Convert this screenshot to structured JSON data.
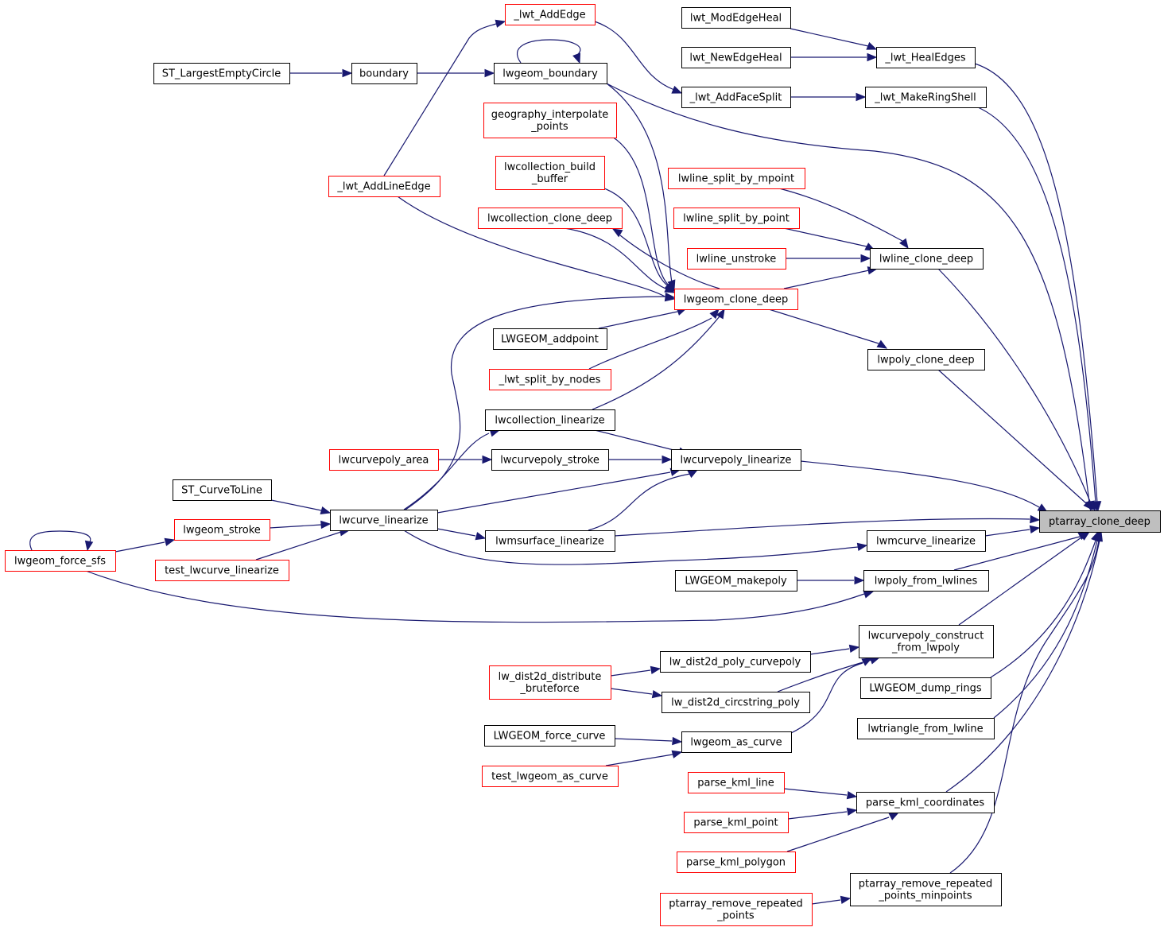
{
  "colors": {
    "edge": "#191970",
    "border_normal": "#000000",
    "border_truncated": "#ff0000",
    "focus_fill": "#bfbfbf"
  },
  "nodes": [
    {
      "id": "ptarray_clone_deep",
      "label": [
        "ptarray_clone_deep"
      ],
      "style": "focus"
    },
    {
      "id": "lwt_ModEdgeHeal",
      "label": [
        "lwt_ModEdgeHeal"
      ],
      "style": "black"
    },
    {
      "id": "lwt_NewEdgeHeal",
      "label": [
        "lwt_NewEdgeHeal"
      ],
      "style": "black"
    },
    {
      "id": "_lwt_HealEdges",
      "label": [
        "_lwt_HealEdges"
      ],
      "style": "black"
    },
    {
      "id": "_lwt_AddEdge",
      "label": [
        "_lwt_AddEdge"
      ],
      "style": "red"
    },
    {
      "id": "_lwt_AddFaceSplit",
      "label": [
        "_lwt_AddFaceSplit"
      ],
      "style": "black"
    },
    {
      "id": "_lwt_MakeRingShell",
      "label": [
        "_lwt_MakeRingShell"
      ],
      "style": "black"
    },
    {
      "id": "ST_LargestEmptyCircle",
      "label": [
        "ST_LargestEmptyCircle"
      ],
      "style": "black"
    },
    {
      "id": "boundary",
      "label": [
        "boundary"
      ],
      "style": "black"
    },
    {
      "id": "lwgeom_boundary",
      "label": [
        "lwgeom_boundary"
      ],
      "style": "black"
    },
    {
      "id": "geography_interpolate_points",
      "label": [
        "geography_interpolate",
        "_points"
      ],
      "style": "red"
    },
    {
      "id": "lwcollection_build_buffer",
      "label": [
        "lwcollection_build",
        "_buffer"
      ],
      "style": "red"
    },
    {
      "id": "_lwt_AddLineEdge",
      "label": [
        "_lwt_AddLineEdge"
      ],
      "style": "red"
    },
    {
      "id": "lwline_split_by_mpoint",
      "label": [
        "lwline_split_by_mpoint"
      ],
      "style": "red"
    },
    {
      "id": "lwline_split_by_point",
      "label": [
        "lwline_split_by_point"
      ],
      "style": "red"
    },
    {
      "id": "lwcollection_clone_deep",
      "label": [
        "lwcollection_clone_deep"
      ],
      "style": "red"
    },
    {
      "id": "lwline_unstroke",
      "label": [
        "lwline_unstroke"
      ],
      "style": "red"
    },
    {
      "id": "lwline_clone_deep",
      "label": [
        "lwline_clone_deep"
      ],
      "style": "black"
    },
    {
      "id": "lwgeom_clone_deep",
      "label": [
        "lwgeom_clone_deep"
      ],
      "style": "red"
    },
    {
      "id": "LWGEOM_addpoint",
      "label": [
        "LWGEOM_addpoint"
      ],
      "style": "black"
    },
    {
      "id": "lwpoly_clone_deep",
      "label": [
        "lwpoly_clone_deep"
      ],
      "style": "black"
    },
    {
      "id": "_lwt_split_by_nodes",
      "label": [
        "_lwt_split_by_nodes"
      ],
      "style": "red"
    },
    {
      "id": "lwcollection_linearize",
      "label": [
        "lwcollection_linearize"
      ],
      "style": "black"
    },
    {
      "id": "lwcurvepoly_area",
      "label": [
        "lwcurvepoly_area"
      ],
      "style": "red"
    },
    {
      "id": "lwcurvepoly_stroke",
      "label": [
        "lwcurvepoly_stroke"
      ],
      "style": "black"
    },
    {
      "id": "lwcurvepoly_linearize",
      "label": [
        "lwcurvepoly_linearize"
      ],
      "style": "black"
    },
    {
      "id": "ST_CurveToLine",
      "label": [
        "ST_CurveToLine"
      ],
      "style": "black"
    },
    {
      "id": "lwcurve_linearize",
      "label": [
        "lwcurve_linearize"
      ],
      "style": "black"
    },
    {
      "id": "lwgeom_stroke",
      "label": [
        "lwgeom_stroke"
      ],
      "style": "red"
    },
    {
      "id": "lwmsurface_linearize",
      "label": [
        "lwmsurface_linearize"
      ],
      "style": "black"
    },
    {
      "id": "lwmcurve_linearize",
      "label": [
        "lwmcurve_linearize"
      ],
      "style": "black"
    },
    {
      "id": "lwgeom_force_sfs",
      "label": [
        "lwgeom_force_sfs"
      ],
      "style": "red"
    },
    {
      "id": "test_lwcurve_linearize",
      "label": [
        "test_lwcurve_linearize"
      ],
      "style": "red"
    },
    {
      "id": "LWGEOM_makepoly",
      "label": [
        "LWGEOM_makepoly"
      ],
      "style": "black"
    },
    {
      "id": "lwpoly_from_lwlines",
      "label": [
        "lwpoly_from_lwlines"
      ],
      "style": "black"
    },
    {
      "id": "lwcurvepoly_construct_from_lwpoly",
      "label": [
        "lwcurvepoly_construct",
        "_from_lwpoly"
      ],
      "style": "black"
    },
    {
      "id": "lw_dist2d_poly_curvepoly",
      "label": [
        "lw_dist2d_poly_curvepoly"
      ],
      "style": "black"
    },
    {
      "id": "lw_dist2d_distribute_bruteforce",
      "label": [
        "lw_dist2d_distribute",
        "_bruteforce"
      ],
      "style": "red"
    },
    {
      "id": "LWGEOM_dump_rings",
      "label": [
        "LWGEOM_dump_rings"
      ],
      "style": "black"
    },
    {
      "id": "lw_dist2d_circstring_poly",
      "label": [
        "lw_dist2d_circstring_poly"
      ],
      "style": "black"
    },
    {
      "id": "lwtriangle_from_lwline",
      "label": [
        "lwtriangle_from_lwline"
      ],
      "style": "black"
    },
    {
      "id": "LWGEOM_force_curve",
      "label": [
        "LWGEOM_force_curve"
      ],
      "style": "black"
    },
    {
      "id": "lwgeom_as_curve",
      "label": [
        "lwgeom_as_curve"
      ],
      "style": "black"
    },
    {
      "id": "test_lwgeom_as_curve",
      "label": [
        "test_lwgeom_as_curve"
      ],
      "style": "red"
    },
    {
      "id": "parse_kml_line",
      "label": [
        "parse_kml_line"
      ],
      "style": "red"
    },
    {
      "id": "parse_kml_coordinates",
      "label": [
        "parse_kml_coordinates"
      ],
      "style": "black"
    },
    {
      "id": "parse_kml_point",
      "label": [
        "parse_kml_point"
      ],
      "style": "red"
    },
    {
      "id": "parse_kml_polygon",
      "label": [
        "parse_kml_polygon"
      ],
      "style": "red"
    },
    {
      "id": "ptarray_remove_repeated_points_minpoints",
      "label": [
        "ptarray_remove_repeated",
        "_points_minpoints"
      ],
      "style": "black"
    },
    {
      "id": "ptarray_remove_repeated_points",
      "label": [
        "ptarray_remove_repeated",
        "_points"
      ],
      "style": "red"
    }
  ],
  "edges": [
    {
      "from": "lwt_ModEdgeHeal",
      "to": "_lwt_HealEdges"
    },
    {
      "from": "lwt_NewEdgeHeal",
      "to": "_lwt_HealEdges"
    },
    {
      "from": "_lwt_HealEdges",
      "to": "ptarray_clone_deep"
    },
    {
      "from": "_lwt_AddEdge",
      "to": "_lwt_AddFaceSplit"
    },
    {
      "from": "_lwt_AddFaceSplit",
      "to": "_lwt_MakeRingShell"
    },
    {
      "from": "_lwt_MakeRingShell",
      "to": "ptarray_clone_deep"
    },
    {
      "from": "ST_LargestEmptyCircle",
      "to": "boundary"
    },
    {
      "from": "boundary",
      "to": "lwgeom_boundary"
    },
    {
      "from": "lwgeom_boundary",
      "to": "lwgeom_boundary"
    },
    {
      "from": "lwgeom_boundary",
      "to": "ptarray_clone_deep"
    },
    {
      "from": "lwgeom_boundary",
      "to": "lwgeom_clone_deep"
    },
    {
      "from": "_lwt_AddLineEdge",
      "to": "_lwt_AddEdge"
    },
    {
      "from": "_lwt_AddLineEdge",
      "to": "lwgeom_clone_deep"
    },
    {
      "from": "geography_interpolate_points",
      "to": "lwgeom_clone_deep"
    },
    {
      "from": "lwcollection_build_buffer",
      "to": "lwgeom_clone_deep"
    },
    {
      "from": "lwcollection_clone_deep",
      "to": "lwgeom_clone_deep"
    },
    {
      "from": "lwgeom_clone_deep",
      "to": "lwcollection_clone_deep"
    },
    {
      "from": "lwline_split_by_mpoint",
      "to": "lwline_clone_deep"
    },
    {
      "from": "lwline_split_by_point",
      "to": "lwline_clone_deep"
    },
    {
      "from": "lwline_unstroke",
      "to": "lwline_clone_deep"
    },
    {
      "from": "lwgeom_clone_deep",
      "to": "lwline_clone_deep"
    },
    {
      "from": "lwline_clone_deep",
      "to": "ptarray_clone_deep"
    },
    {
      "from": "lwgeom_clone_deep",
      "to": "lwpoly_clone_deep"
    },
    {
      "from": "lwpoly_clone_deep",
      "to": "ptarray_clone_deep"
    },
    {
      "from": "LWGEOM_addpoint",
      "to": "lwgeom_clone_deep"
    },
    {
      "from": "_lwt_split_by_nodes",
      "to": "lwgeom_clone_deep"
    },
    {
      "from": "lwcollection_linearize",
      "to": "lwgeom_clone_deep"
    },
    {
      "from": "lwcurve_linearize",
      "to": "lwgeom_clone_deep"
    },
    {
      "from": "lwcollection_linearize",
      "to": "lwcurvepoly_linearize"
    },
    {
      "from": "lwcurvepoly_area",
      "to": "lwcurvepoly_stroke"
    },
    {
      "from": "lwcurvepoly_stroke",
      "to": "lwcurvepoly_linearize"
    },
    {
      "from": "lwcurvepoly_linearize",
      "to": "ptarray_clone_deep"
    },
    {
      "from": "ST_CurveToLine",
      "to": "lwcurve_linearize"
    },
    {
      "from": "lwgeom_stroke",
      "to": "lwcurve_linearize"
    },
    {
      "from": "test_lwcurve_linearize",
      "to": "lwcurve_linearize"
    },
    {
      "from": "lwcurve_linearize",
      "to": "lwcollection_linearize"
    },
    {
      "from": "lwcurve_linearize",
      "to": "lwcurvepoly_linearize"
    },
    {
      "from": "lwcurve_linearize",
      "to": "lwmsurface_linearize"
    },
    {
      "from": "lwcurve_linearize",
      "to": "ptarray_clone_deep"
    },
    {
      "from": "lwcurve_linearize",
      "to": "lwmcurve_linearize"
    },
    {
      "from": "lwmsurface_linearize",
      "to": "lwcurvepoly_linearize"
    },
    {
      "from": "lwmsurface_linearize",
      "to": "ptarray_clone_deep"
    },
    {
      "from": "lwmcurve_linearize",
      "to": "ptarray_clone_deep"
    },
    {
      "from": "lwgeom_force_sfs",
      "to": "lwgeom_force_sfs"
    },
    {
      "from": "lwgeom_force_sfs",
      "to": "lwgeom_stroke"
    },
    {
      "from": "lwgeom_force_sfs",
      "to": "lwpoly_from_lwlines"
    },
    {
      "from": "LWGEOM_makepoly",
      "to": "lwpoly_from_lwlines"
    },
    {
      "from": "lwpoly_from_lwlines",
      "to": "ptarray_clone_deep"
    },
    {
      "from": "lwcurvepoly_construct_from_lwpoly",
      "to": "ptarray_clone_deep"
    },
    {
      "from": "lw_dist2d_poly_curvepoly",
      "to": "lwcurvepoly_construct_from_lwpoly"
    },
    {
      "from": "lw_dist2d_circstring_poly",
      "to": "lwcurvepoly_construct_from_lwpoly"
    },
    {
      "from": "lwgeom_as_curve",
      "to": "lwcurvepoly_construct_from_lwpoly"
    },
    {
      "from": "lw_dist2d_distribute_bruteforce",
      "to": "lw_dist2d_poly_curvepoly"
    },
    {
      "from": "lw_dist2d_distribute_bruteforce",
      "to": "lw_dist2d_circstring_poly"
    },
    {
      "from": "LWGEOM_dump_rings",
      "to": "ptarray_clone_deep"
    },
    {
      "from": "lwtriangle_from_lwline",
      "to": "ptarray_clone_deep"
    },
    {
      "from": "LWGEOM_force_curve",
      "to": "lwgeom_as_curve"
    },
    {
      "from": "test_lwgeom_as_curve",
      "to": "lwgeom_as_curve"
    },
    {
      "from": "parse_kml_line",
      "to": "parse_kml_coordinates"
    },
    {
      "from": "parse_kml_point",
      "to": "parse_kml_coordinates"
    },
    {
      "from": "parse_kml_polygon",
      "to": "parse_kml_coordinates"
    },
    {
      "from": "parse_kml_coordinates",
      "to": "ptarray_clone_deep"
    },
    {
      "from": "ptarray_remove_repeated_points",
      "to": "ptarray_remove_repeated_points_minpoints"
    },
    {
      "from": "ptarray_remove_repeated_points_minpoints",
      "to": "ptarray_clone_deep"
    }
  ]
}
